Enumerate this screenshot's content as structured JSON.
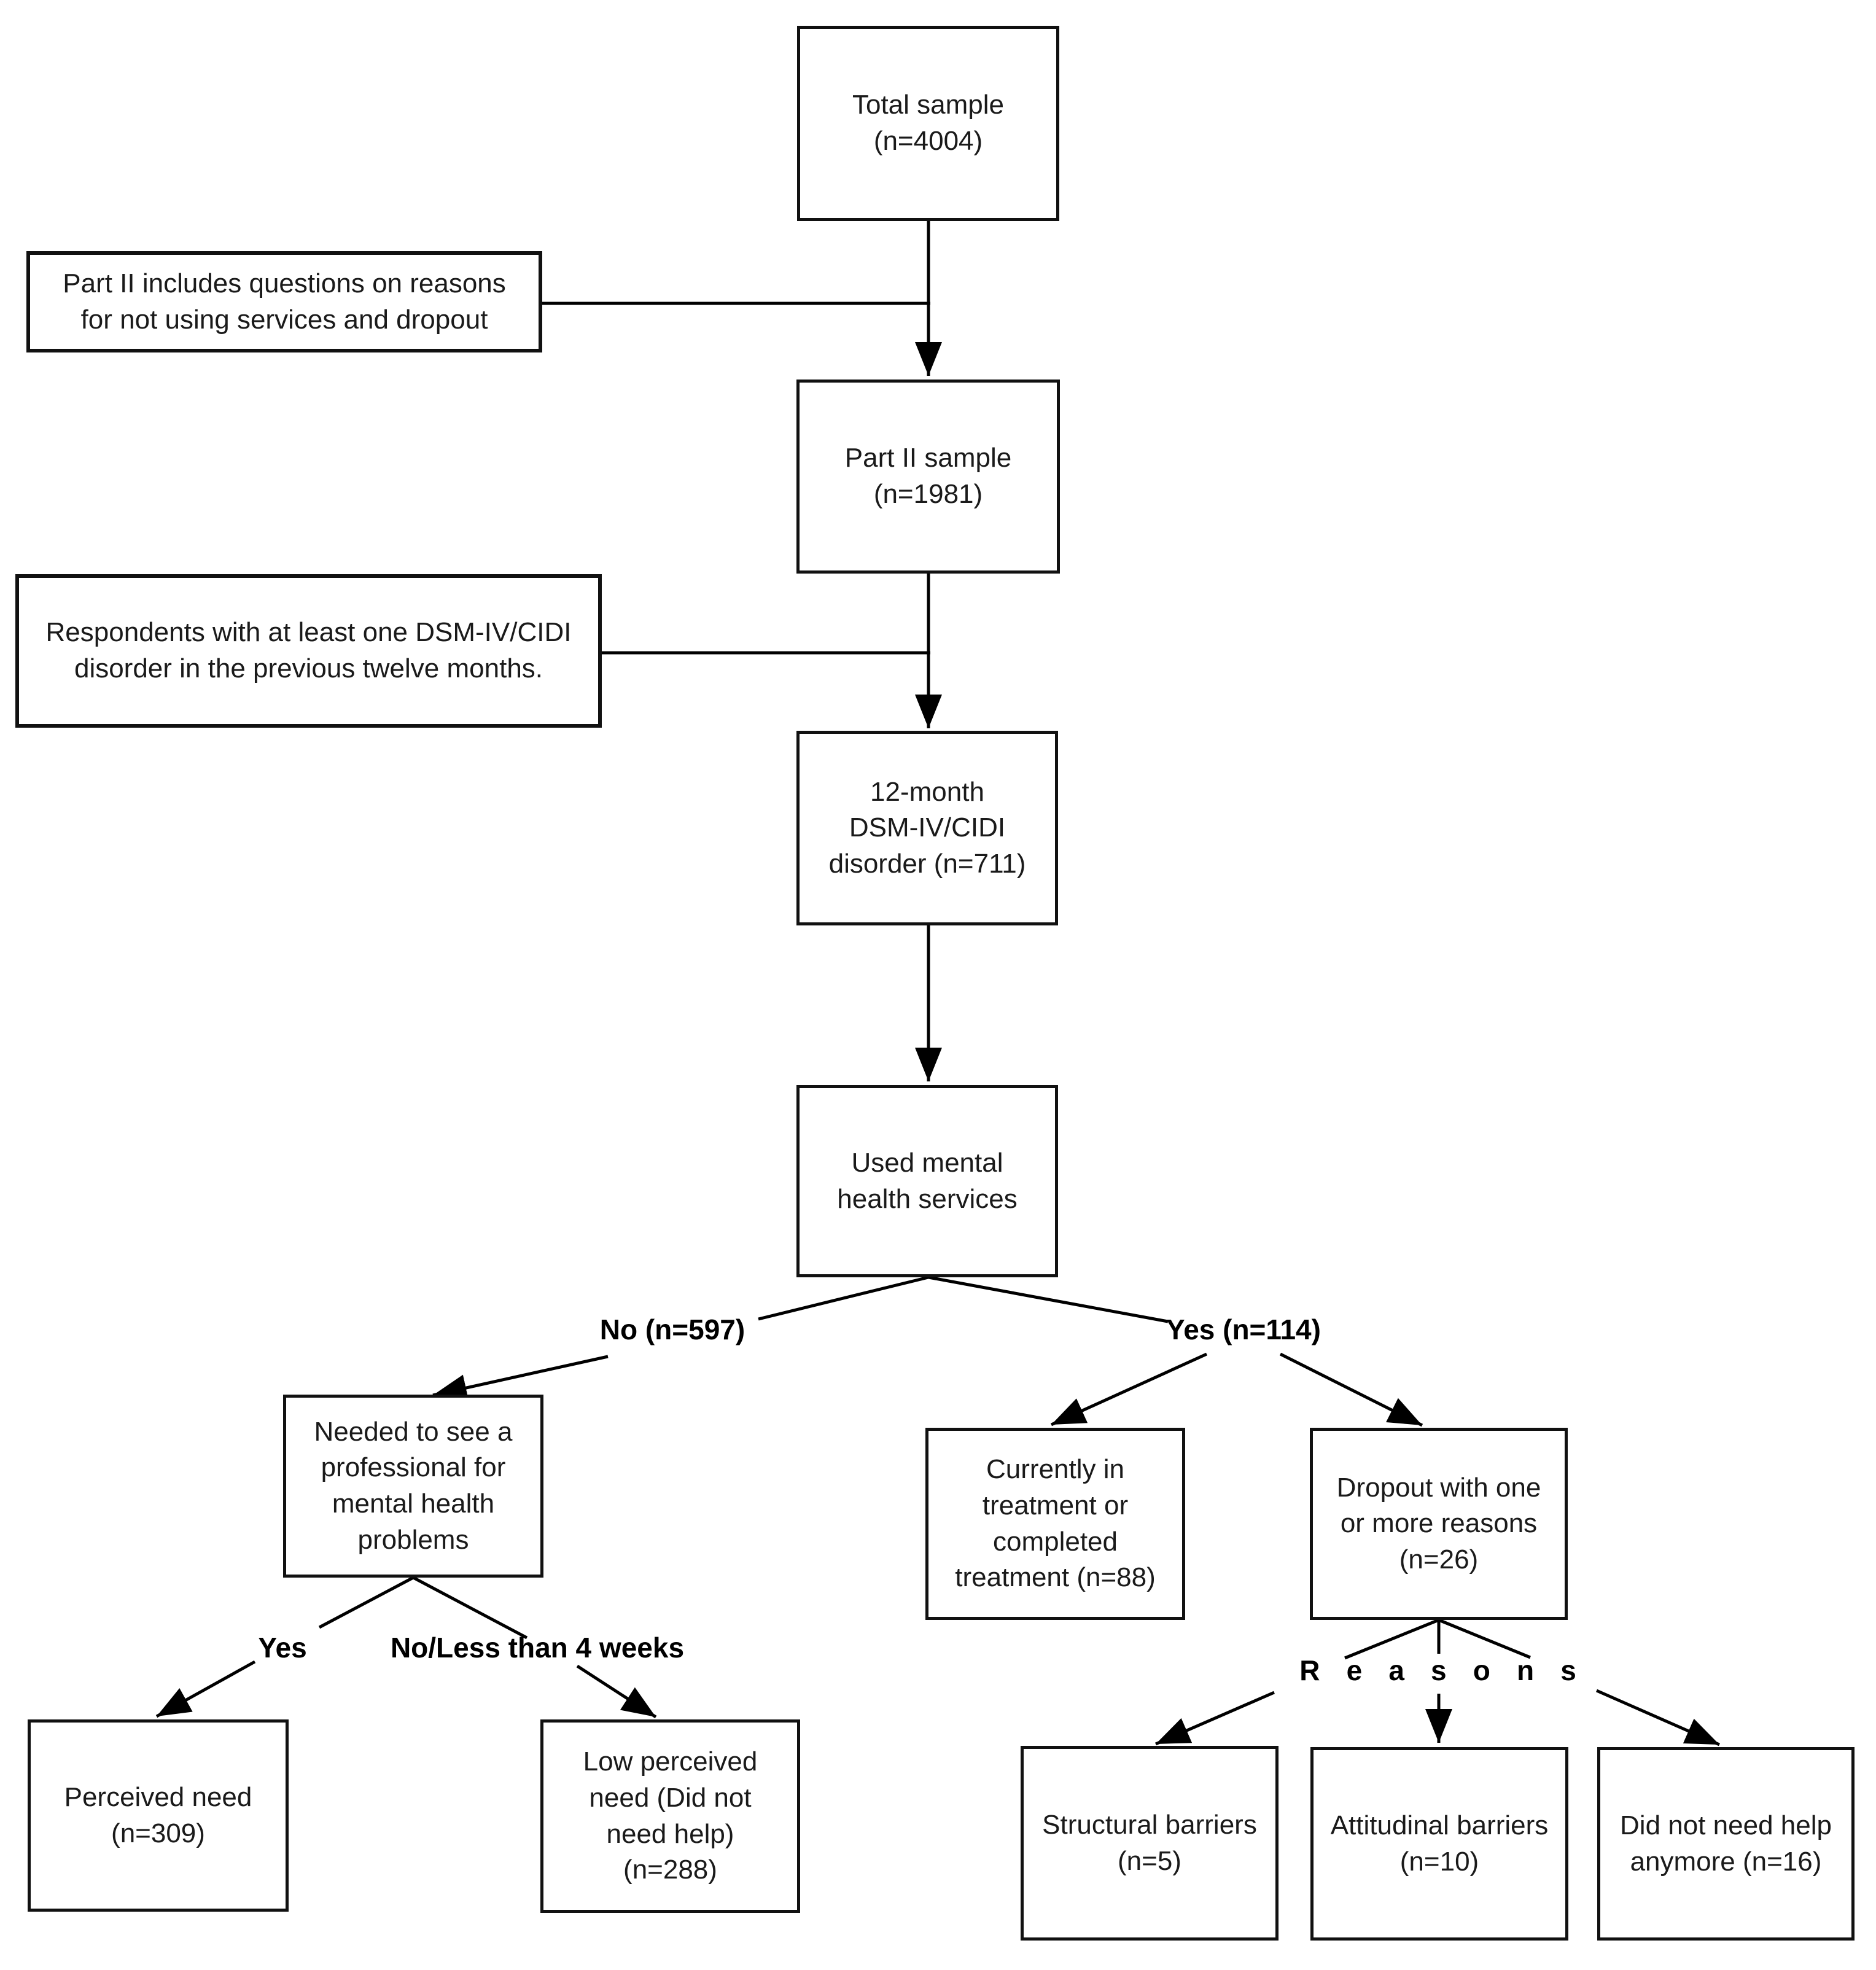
{
  "figure": {
    "background": "#ffffff",
    "line_color": "#000000",
    "box_border_color": "#111111",
    "text_color": "#1a1a1a"
  },
  "nodes": {
    "total_sample": {
      "text": "Total sample\n(n=4004)"
    },
    "part2_note": {
      "text": "Part II includes questions on reasons\nfor not using services and dropout"
    },
    "part2_sample": {
      "text": "Part II sample\n(n=1981)"
    },
    "respondents_note": {
      "text": "Respondents with at least one DSM-IV/CIDI\ndisorder in the previous twelve months."
    },
    "twelve_month_disorder": {
      "text": "12-month\nDSM-IV/CIDI\ndisorder (n=711)"
    },
    "used_services": {
      "text": "Used mental\nhealth services"
    },
    "needed_professional": {
      "text": "Needed to see a\nprofessional for\nmental health\nproblems"
    },
    "currently_in_treatment": {
      "text": "Currently in\ntreatment or\ncompleted\ntreatment (n=88)"
    },
    "dropout": {
      "text": "Dropout with one\nor more reasons\n(n=26)"
    },
    "perceived_need": {
      "text": "Perceived need\n(n=309)"
    },
    "low_perceived_need": {
      "text": "Low perceived\nneed (Did not\nneed help)\n(n=288)"
    },
    "structural_barriers": {
      "text": "Structural barriers\n(n=5)"
    },
    "attitudinal_barriers": {
      "text": "Attitudinal barriers\n(n=10)"
    },
    "did_not_need_help": {
      "text": "Did not need help\nanymore (n=16)"
    }
  },
  "edge_labels": {
    "no_services": "No (n=597)",
    "yes_services": "Yes (n=114)",
    "yes_need": "Yes",
    "no_less_4_weeks": "No/Less than 4 weeks",
    "reasons": "R e a s o n s"
  }
}
